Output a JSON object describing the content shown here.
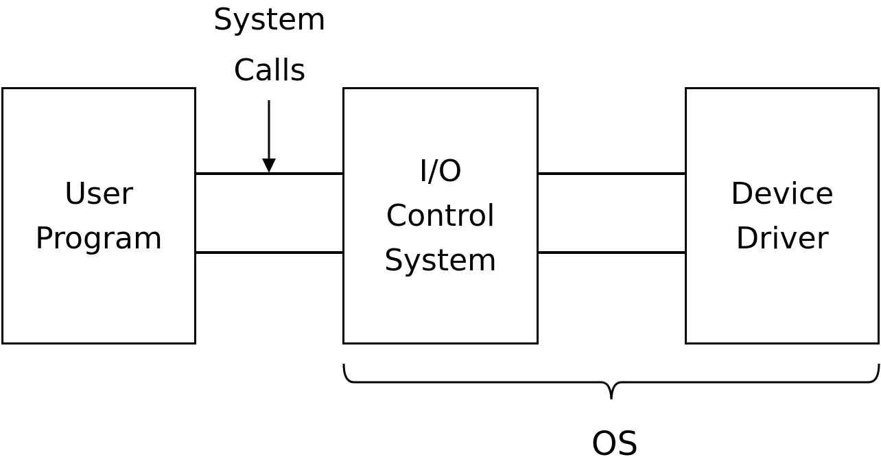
{
  "boxes": {
    "user_program": {
      "line1": "User",
      "line2": "Program"
    },
    "io_control": {
      "line1": "I/O",
      "line2": "Control",
      "line3": "System"
    },
    "device_driver": {
      "line1": "Device",
      "line2": "Driver"
    }
  },
  "system_calls": {
    "line1": "System",
    "line2": "Calls"
  },
  "os_label": "OS"
}
